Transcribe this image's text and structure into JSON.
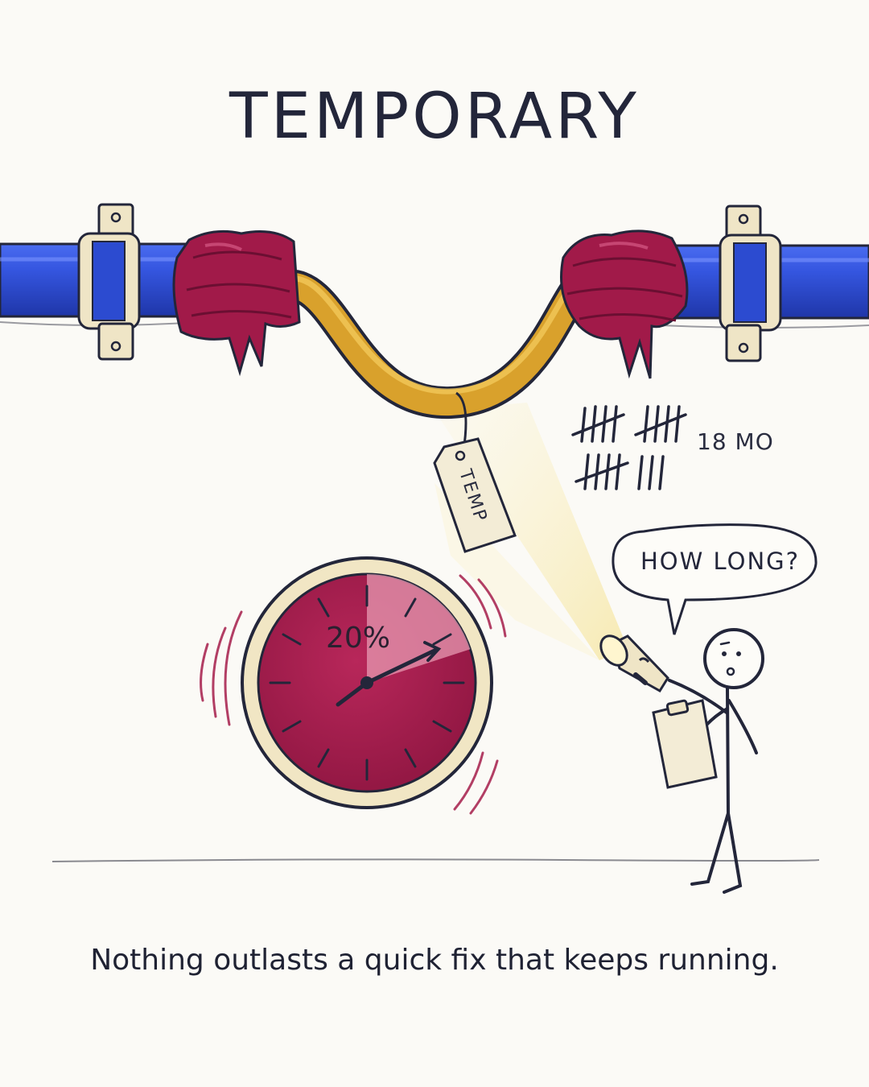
{
  "title": "TEMPORARY",
  "caption": "Nothing outlasts a quick fix that keeps running.",
  "tag": {
    "text": "TEMP"
  },
  "tally": {
    "label": "18 MO",
    "count": 18
  },
  "speech": {
    "text": "HOW LONG?"
  },
  "gauge": {
    "label": "20%",
    "value": 0.2
  },
  "colors": {
    "pipe": "#2f4fd6",
    "wrap": "#a21a4a",
    "hose": "#d8a12a",
    "gauge_face": "#a31d4c",
    "gauge_rim": "#f1e6c4",
    "ink": "#23263a"
  },
  "icons": [
    "pipe-clamp-icon",
    "flashlight-icon",
    "clipboard-icon",
    "stick-figure-icon"
  ]
}
